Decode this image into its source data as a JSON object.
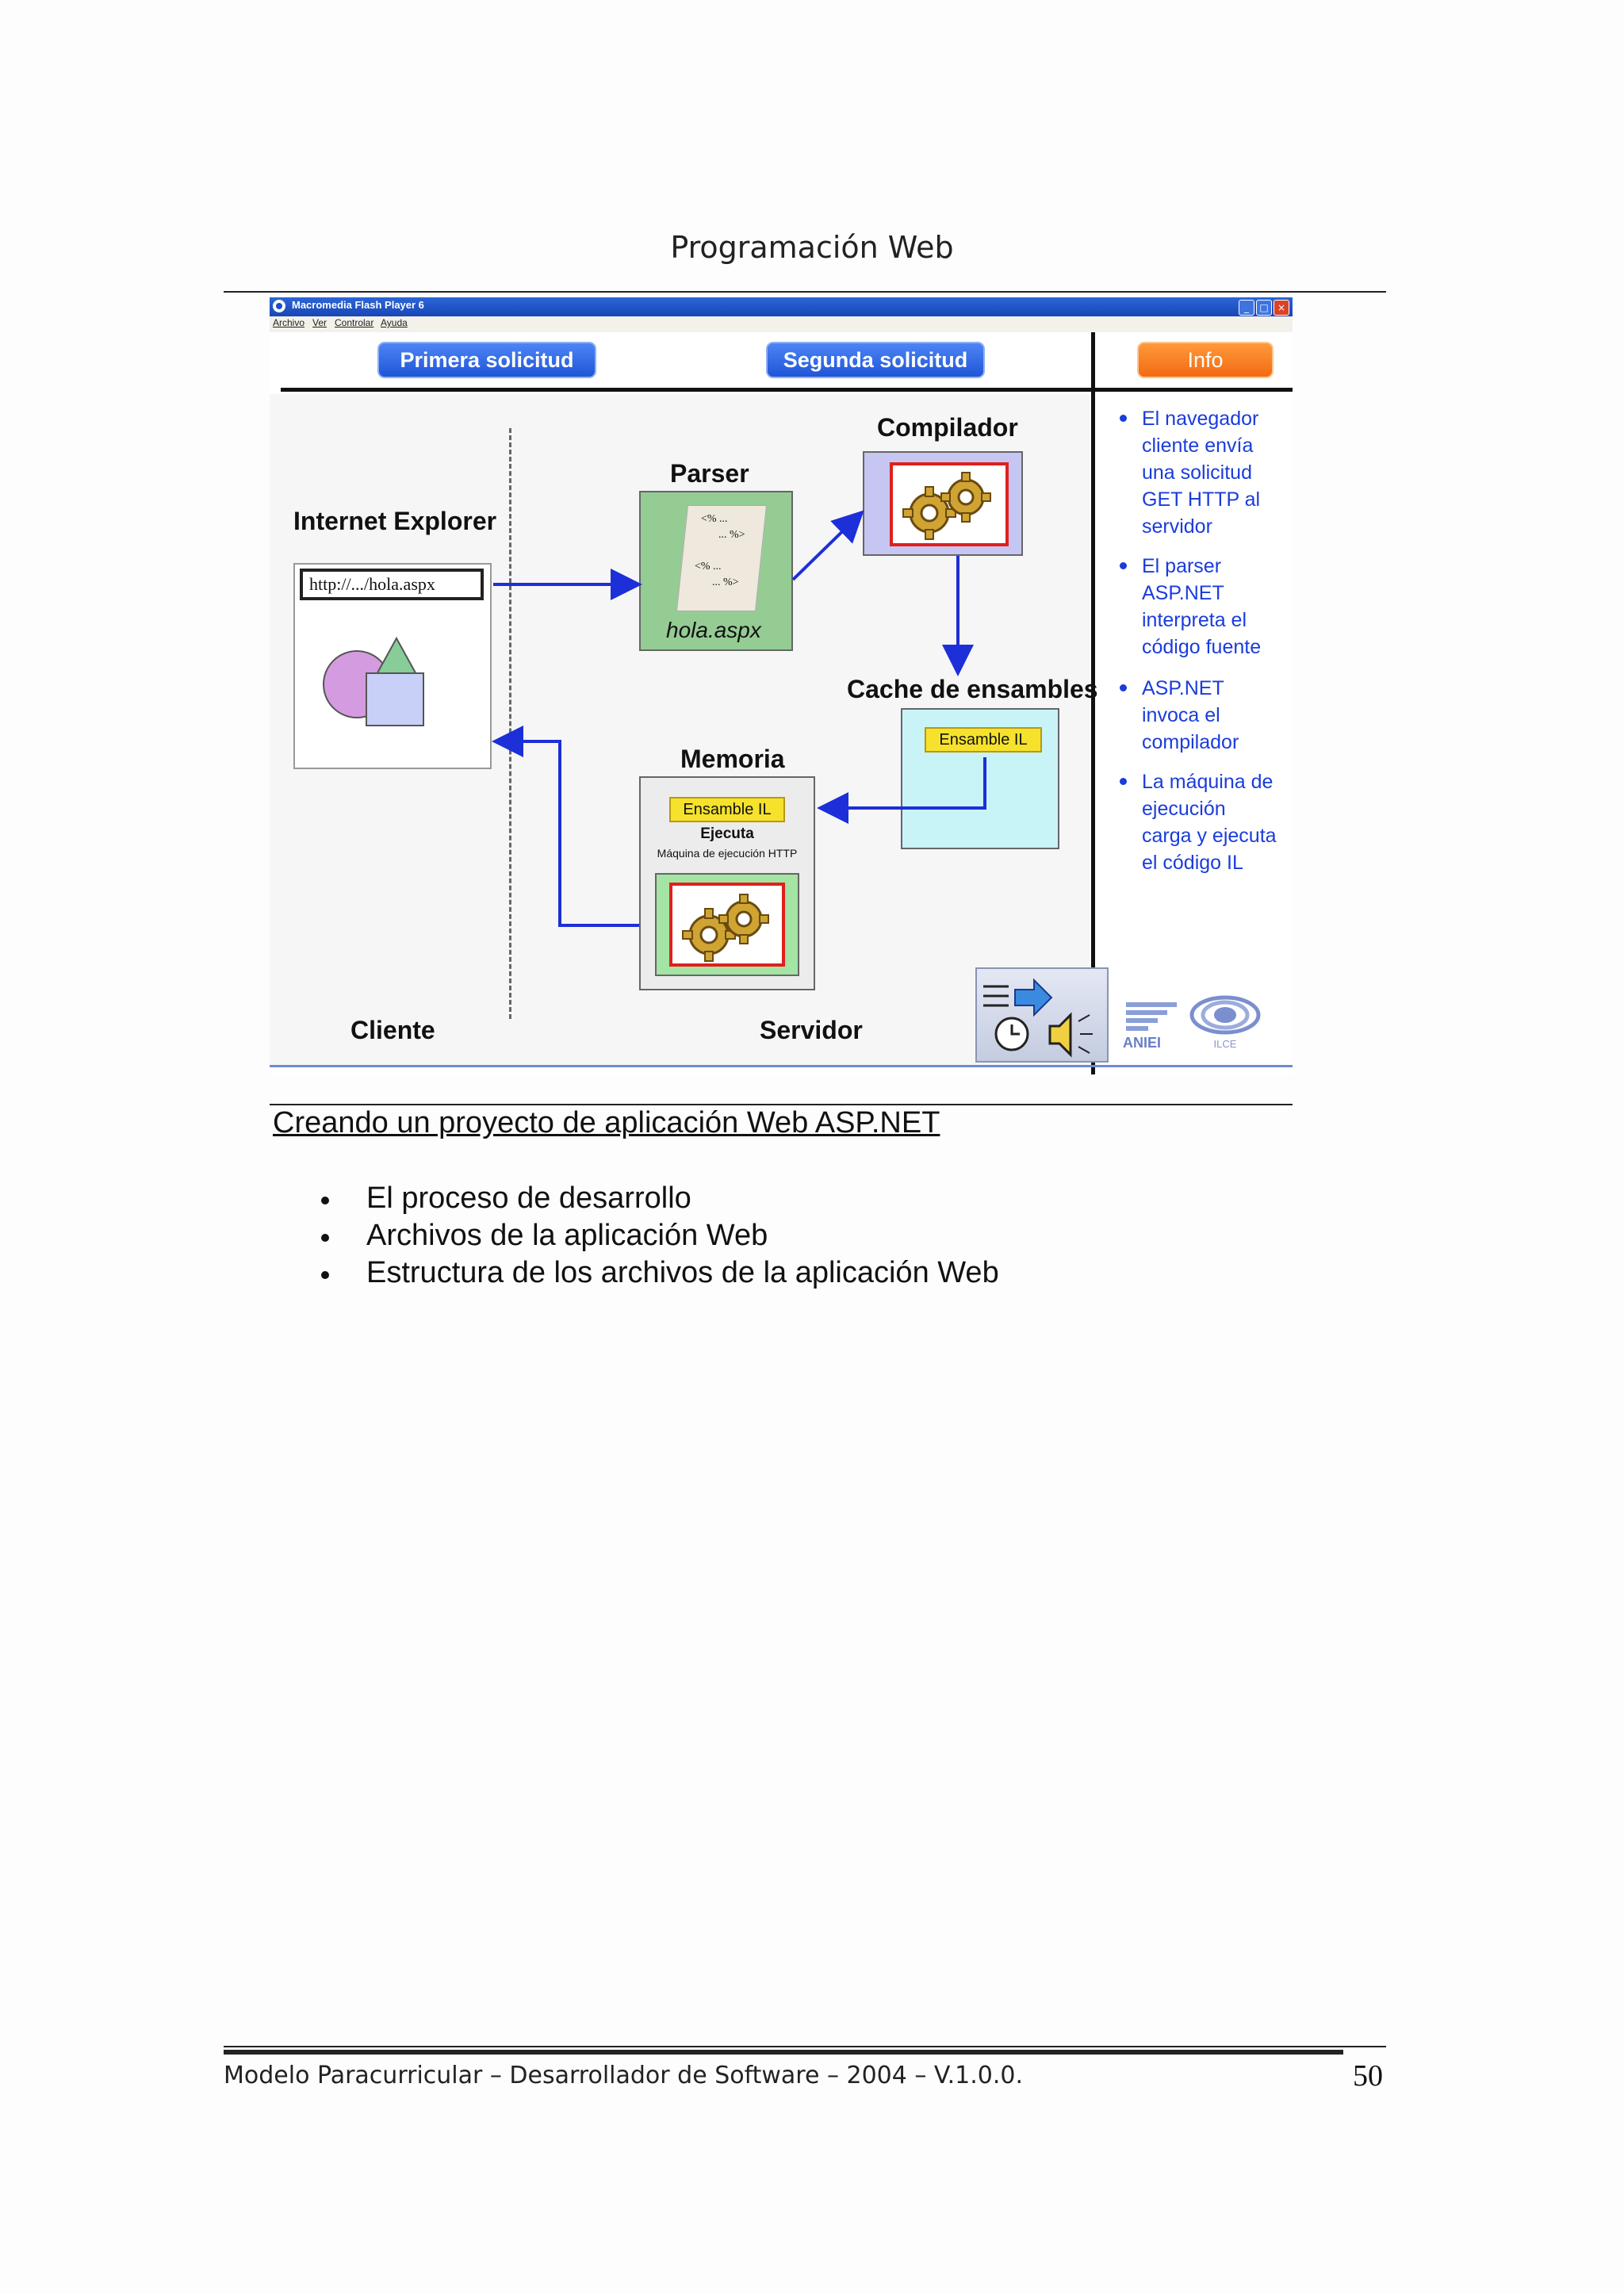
{
  "header": {
    "title": "Programación Web"
  },
  "slide": {
    "window": {
      "title": "Macromedia Flash Player 6",
      "menu": [
        "Archivo",
        "Ver",
        "Controlar",
        "Ayuda"
      ],
      "controls": [
        "_",
        "□",
        "×"
      ]
    },
    "nav": {
      "first_request": "Primera solicitud",
      "second_request": "Segunda solicitud",
      "info": "Info"
    },
    "diagram": {
      "internet_explorer_label": "Internet Explorer",
      "url": "http://.../hola.aspx",
      "parser_label": "Parser",
      "parser_code": [
        "<% ...",
        "... %>",
        "<% ...",
        "... %>"
      ],
      "parser_file": "hola.aspx",
      "compiler_label": "Compilador",
      "cache_label": "Cache de ensambles",
      "cache_badge": "Ensamble IL",
      "memory_label": "Memoria",
      "memory_badge": "Ensamble IL",
      "executes": "Ejecuta",
      "runtime": "Máquina de ejecución HTTP",
      "client_label": "Cliente",
      "server_label": "Servidor"
    },
    "info_items": [
      "El navegador cliente envía una solicitud GET HTTP al servidor",
      "El parser ASP.NET interpreta el código fuente",
      "ASP.NET invoca el compilador",
      "La máquina de ejecución carga y ejecuta el código IL"
    ],
    "logos": [
      "ANIEI",
      "ILCE"
    ],
    "colors": {
      "arrow": "#1d2fd8",
      "info_text": "#1a3cdc",
      "button_blue": "#2a5fe0",
      "button_orange": "#f37a1f"
    }
  },
  "section": {
    "title": "Creando un proyecto de aplicación Web  ASP.NET",
    "bullets": [
      "El proceso de desarrollo",
      "Archivos de la aplicación Web",
      "Estructura de los archivos de la aplicación Web"
    ]
  },
  "footer": {
    "text": "Modelo Paracurricular – Desarrollador de Software – 2004 – V.1.0.0.",
    "page_number": "50"
  }
}
